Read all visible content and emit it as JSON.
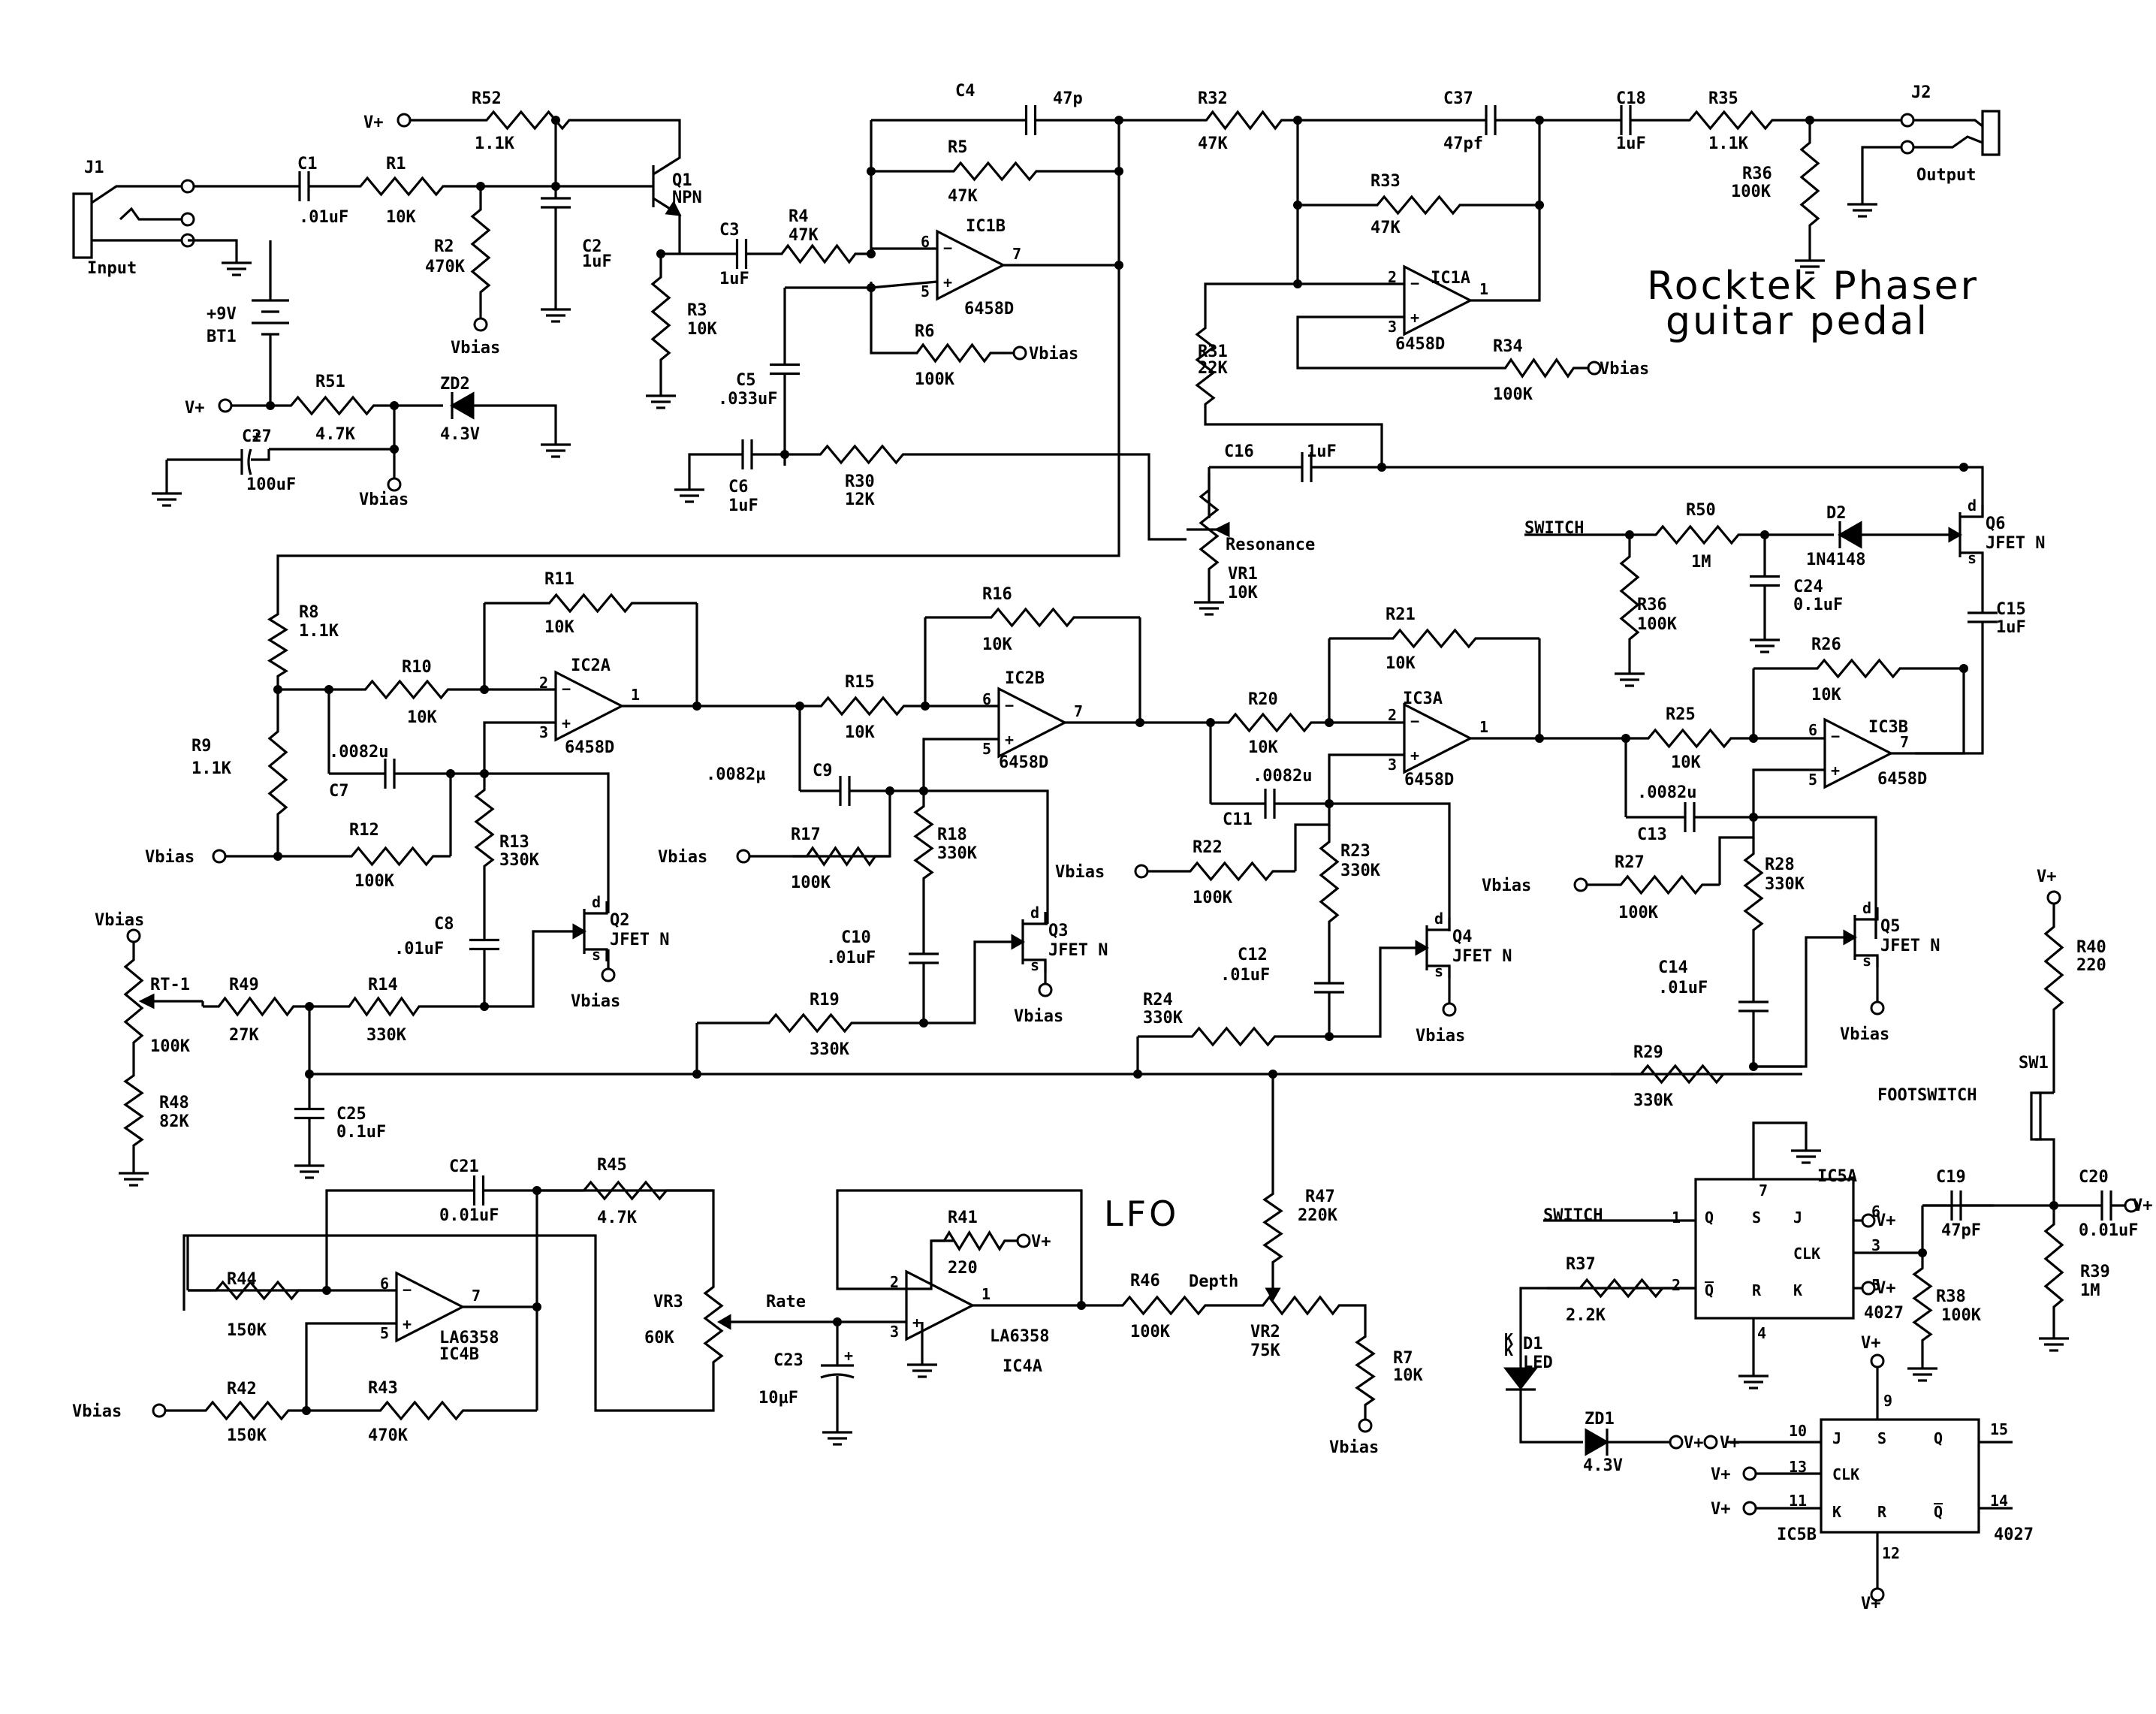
{
  "title": {
    "line1": "Rocktek Phaser",
    "line2": "guitar pedal"
  },
  "section_label": "LFO",
  "connectors": {
    "j1": "J1",
    "j1_label": "Input",
    "j2": "J2",
    "j2_label": "Output"
  },
  "supplies": {
    "vplus": "V+",
    "vbias": "Vbias",
    "battery": "+9V",
    "battery_ref": "BT1",
    "switch": "SWITCH"
  },
  "resistors": {
    "R1": [
      "R1",
      "10K"
    ],
    "R2": [
      "R2",
      "470K"
    ],
    "R3": [
      "R3",
      "10K"
    ],
    "R4": [
      "R4",
      "47K"
    ],
    "R5": [
      "R5",
      "47K"
    ],
    "R6": [
      "R6",
      "100K"
    ],
    "R7": [
      "R7",
      "10K"
    ],
    "R8": [
      "R8",
      "1.1K"
    ],
    "R9": [
      "R9",
      "1.1K"
    ],
    "R10": [
      "R10",
      "10K"
    ],
    "R11": [
      "R11",
      "10K"
    ],
    "R12": [
      "R12",
      "100K"
    ],
    "R13": [
      "R13",
      "330K"
    ],
    "R14": [
      "R14",
      "330K"
    ],
    "R15": [
      "R15",
      "10K"
    ],
    "R16": [
      "R16",
      "10K"
    ],
    "R17": [
      "R17",
      "100K"
    ],
    "R18": [
      "R18",
      "330K"
    ],
    "R19": [
      "R19",
      "330K"
    ],
    "R20": [
      "R20",
      "10K"
    ],
    "R21": [
      "R21",
      "10K"
    ],
    "R22": [
      "R22",
      "100K"
    ],
    "R23": [
      "R23",
      "330K"
    ],
    "R24": [
      "R24",
      "330K"
    ],
    "R25": [
      "R25",
      "10K"
    ],
    "R26": [
      "R26",
      "10K"
    ],
    "R27": [
      "R27",
      "100K"
    ],
    "R28": [
      "R28",
      "330K"
    ],
    "R29": [
      "R29",
      "330K"
    ],
    "R30": [
      "R30",
      "12K"
    ],
    "R31": [
      "R31",
      "22K"
    ],
    "R32": [
      "R32",
      "47K"
    ],
    "R33": [
      "R33",
      "47K"
    ],
    "R34": [
      "R34",
      "100K"
    ],
    "R35": [
      "R35",
      "1.1K"
    ],
    "R36a": [
      "R36",
      "100K"
    ],
    "R36b": [
      "R36",
      "100K"
    ],
    "R37": [
      "R37",
      "2.2K"
    ],
    "R38": [
      "R38",
      "100K"
    ],
    "R39": [
      "R39",
      "1M"
    ],
    "R40": [
      "R40",
      "220"
    ],
    "R41": [
      "R41",
      "220"
    ],
    "R42": [
      "R42",
      "150K"
    ],
    "R43": [
      "R43",
      "470K"
    ],
    "R44": [
      "R44",
      "150K"
    ],
    "R45": [
      "R45",
      "4.7K"
    ],
    "R46": [
      "R46",
      "100K"
    ],
    "R47": [
      "R47",
      "220K"
    ],
    "R48": [
      "R48",
      "82K"
    ],
    "R49": [
      "R49",
      "27K"
    ],
    "R50": [
      "R50",
      "1M"
    ],
    "R51": [
      "R51",
      "4.7K"
    ],
    "R52": [
      "R52",
      "1.1K"
    ]
  },
  "capacitors": {
    "C1": [
      "C1",
      ".01uF"
    ],
    "C2": [
      "C2",
      "1uF"
    ],
    "C3": [
      "C3",
      "1uF"
    ],
    "C4": [
      "C4",
      "47p"
    ],
    "C5": [
      "C5",
      ".033uF"
    ],
    "C6": [
      "C6",
      "1uF"
    ],
    "C7": [
      "C7",
      ".0082u"
    ],
    "C8": [
      "C8",
      ".01uF"
    ],
    "C9": [
      "C9",
      ".0082µ"
    ],
    "C10": [
      "C10",
      ".01uF"
    ],
    "C11": [
      "C11",
      ".0082u"
    ],
    "C12": [
      "C12",
      ".01uF"
    ],
    "C13": [
      "C13",
      ".0082u"
    ],
    "C14": [
      "C14",
      ".01uF"
    ],
    "C15": [
      "C15",
      "1uF"
    ],
    "C16": [
      "C16",
      "1uF"
    ],
    "C18": [
      "C18",
      "1uF"
    ],
    "C19": [
      "C19",
      "47pF"
    ],
    "C20": [
      "C20",
      "0.01uF"
    ],
    "C21": [
      "C21",
      "0.01uF"
    ],
    "C23": [
      "C23",
      "10µF"
    ],
    "C24": [
      "C24",
      "0.1uF"
    ],
    "C25": [
      "C25",
      "0.1uF"
    ],
    "C27": [
      "C27",
      "100uF"
    ],
    "C37": [
      "C37",
      "47pf"
    ]
  },
  "semis": {
    "Q1": [
      "Q1",
      "NPN"
    ],
    "Q2": [
      "Q2",
      "JFET N"
    ],
    "Q3": [
      "Q3",
      "JFET N"
    ],
    "Q4": [
      "Q4",
      "JFET N"
    ],
    "Q5": [
      "Q5",
      "JFET N"
    ],
    "Q6": [
      "Q6",
      "JFET N"
    ],
    "D1": [
      "D1",
      "LED"
    ],
    "D2": [
      "D2",
      "1N4148"
    ],
    "ZD1": [
      "ZD1",
      "4.3V"
    ],
    "ZD2": [
      "ZD2",
      "4.3V"
    ]
  },
  "ics": {
    "IC1A": [
      "IC1A",
      "6458D"
    ],
    "IC1B": [
      "IC1B",
      "6458D"
    ],
    "IC2A": [
      "IC2A",
      "6458D"
    ],
    "IC2B": [
      "IC2B",
      "6458D"
    ],
    "IC3A": [
      "IC3A",
      "6458D"
    ],
    "IC3B": [
      "IC3B",
      "6458D"
    ],
    "IC4A": [
      "IC4A",
      "LA6358"
    ],
    "IC4B": [
      "IC4B",
      "LA6358"
    ],
    "IC5A": [
      "IC5A",
      "4027"
    ],
    "IC5B": [
      "IC5B",
      "4027"
    ]
  },
  "pots": {
    "VR1": [
      "VR1",
      "10K",
      "Resonance"
    ],
    "VR2": [
      "VR2",
      "75K",
      "Depth"
    ],
    "VR3": [
      "VR3",
      "60K",
      "Rate"
    ],
    "RT1": [
      "RT-1",
      "100K"
    ]
  },
  "switch_sw1": [
    "SW1",
    "FOOTSWITCH"
  ],
  "ff_pins": {
    "J": "J",
    "K": "K",
    "Q": "Q",
    "Qbar": "Q̅",
    "S": "S",
    "R": "R",
    "CLK": "CLK"
  }
}
